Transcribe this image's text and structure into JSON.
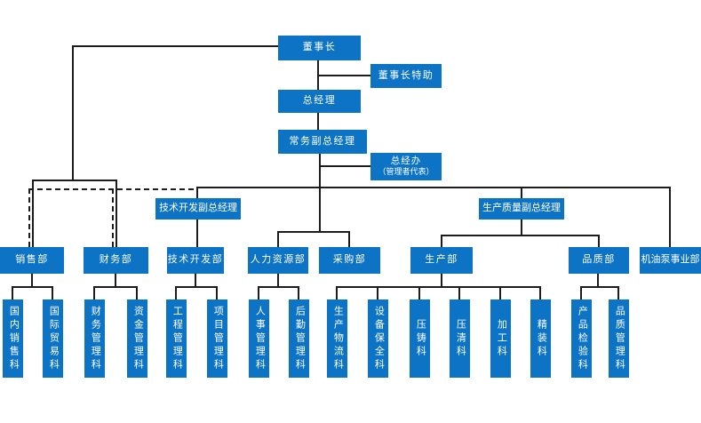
{
  "colors": {
    "node_fill": "#0d73c4",
    "node_text": "#ffffff",
    "connector_line": "#1c1c1c",
    "background": "#ffffff"
  },
  "org": {
    "chairman": "董事长",
    "chairman_assistant": "董事长特助",
    "general_manager": "总经理",
    "executive_deputy_gm": "常务副总经理",
    "gm_office_line1": "总经办",
    "gm_office_line2": "（管理者代表）",
    "tech_dev_deputy_gm": "技术开发副总经理",
    "production_quality_deputy_gm": "生产质量副总经理",
    "departments": {
      "sales": "销售部",
      "finance": "财务部",
      "tech_dev": "技术开发部",
      "human_resources": "人力资源部",
      "purchasing": "采购部",
      "production": "生产部",
      "quality": "品质部",
      "oil_pump_division": "机油泵事业部"
    },
    "sections": {
      "domestic_sales": "国内销售科",
      "international_trade": "国际贸易科",
      "financial_management": "财务管理科",
      "funds_management": "资金管理科",
      "engineering_management": "工程管理科",
      "project_management": "项目管理科",
      "personnel_management": "人事管理科",
      "logistics_management": "后勤管理科",
      "production_logistics": "生产物流科",
      "equipment_maintenance": "设备保全科",
      "die_casting": "压铸科",
      "pressure_cleaning": "压清科",
      "machining": "加工科",
      "finishing": "精装科",
      "product_inspection": "产品检验科",
      "quality_management": "品质管理科"
    }
  }
}
